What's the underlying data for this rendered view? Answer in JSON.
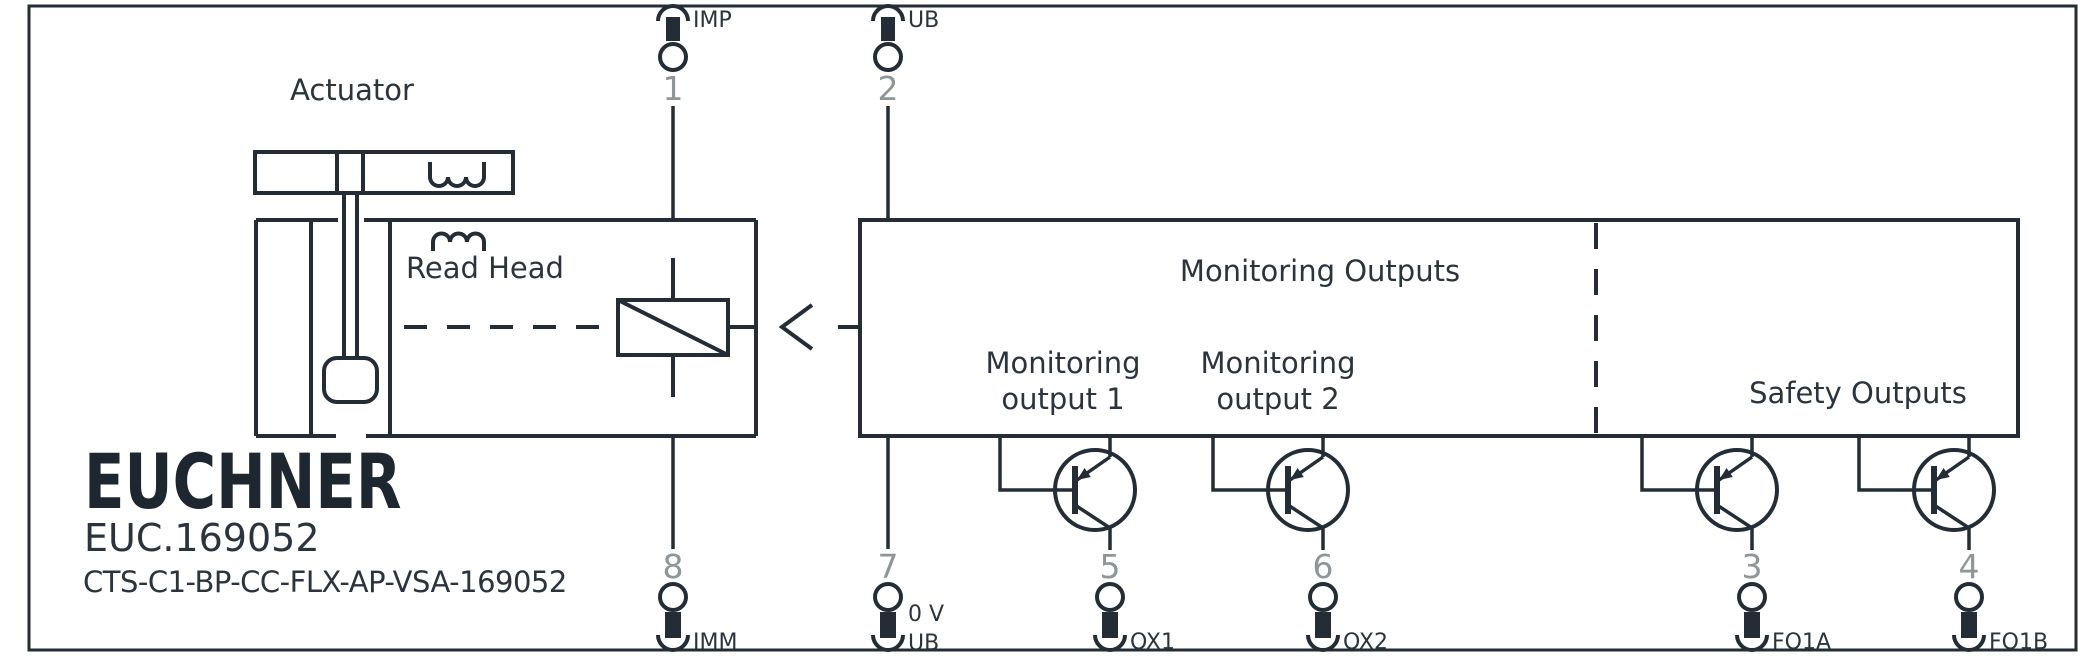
{
  "brand": {
    "logo": "EUCHNER",
    "model": "EUC.169052",
    "part_number": "CTS-C1-BP-CC-FLX-AP-VSA-169052"
  },
  "sections": {
    "actuator_label": "Actuator",
    "read_head_label": "Read Head",
    "monitoring_outputs_title": "Monitoring Outputs",
    "monitoring_output_1": {
      "line1": "Monitoring",
      "line2": "output 1"
    },
    "monitoring_output_2": {
      "line1": "Monitoring",
      "line2": "output 2"
    },
    "safety_outputs_title": "Safety Outputs"
  },
  "pins": {
    "top": [
      {
        "number": "1",
        "signal": "IMP"
      },
      {
        "number": "2",
        "signal": "UB"
      }
    ],
    "bottom": [
      {
        "number": "8",
        "signal": "IMM"
      },
      {
        "number": "7",
        "signal_line1": "0 V",
        "signal_line2": "UB"
      },
      {
        "number": "5",
        "signal": "OX1"
      },
      {
        "number": "6",
        "signal": "OX2"
      },
      {
        "number": "3",
        "signal": "FO1A"
      },
      {
        "number": "4",
        "signal": "FO1B"
      }
    ]
  },
  "colors": {
    "line": "#242d35",
    "text": "#2b343c",
    "muted": "#8e9699",
    "logo": "#1e272f",
    "background": "#ffffff",
    "frame": "#2a333b"
  }
}
